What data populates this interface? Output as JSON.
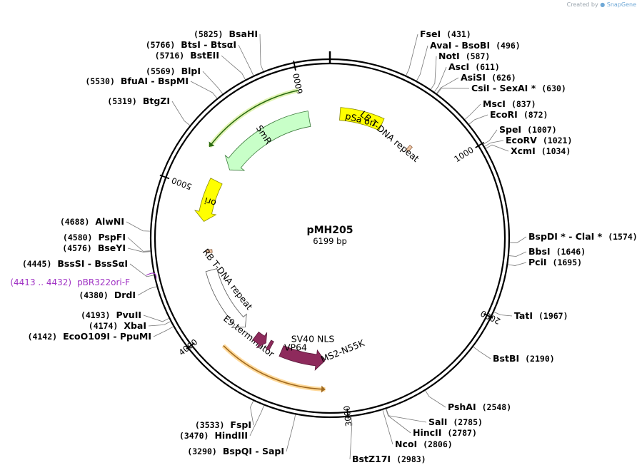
{
  "credit": {
    "prefix": "Created by",
    "brand": "SnapGene"
  },
  "plasmid": {
    "name": "pMH205",
    "size_label": "6199 bp",
    "length": 6199
  },
  "ticks": [
    {
      "label": "1000",
      "bp": 1000
    },
    {
      "label": "2000",
      "bp": 2000
    },
    {
      "label": "3000",
      "bp": 3000
    },
    {
      "label": "4000",
      "bp": 4000
    },
    {
      "label": "5000",
      "bp": 5000
    },
    {
      "label": "6000",
      "bp": 6000
    }
  ],
  "features": [
    {
      "name": "pSa ori",
      "start": 80,
      "end": 420,
      "color": "#ffff00",
      "stroke": "#8a8a00",
      "dir": 0,
      "ring": 0,
      "label_inside": true
    },
    {
      "name": "LB T-DNA repeat",
      "start": 700,
      "end": 725,
      "color": "#f0c8a8",
      "stroke": "#8a5a3a",
      "dir": 0,
      "ring": 0,
      "label_inside": false
    },
    {
      "name": "SmR",
      "start": 5240,
      "end": 6030,
      "color": "#c8ffc8",
      "stroke": "#3a7a3a",
      "dir": -1,
      "ring": 0,
      "label_inside": true
    },
    {
      "name": "ori",
      "start": 4780,
      "end": 5110,
      "color": "#ffff00",
      "stroke": "#8a8a00",
      "dir": -1,
      "ring": 0,
      "label_inside": true
    },
    {
      "name": "RB T-DNA repeat",
      "start": 4530,
      "end": 4555,
      "color": "#f0c8a8",
      "stroke": "#8a5a3a",
      "dir": 0,
      "ring": 0,
      "label_inside": false
    },
    {
      "name": "E9 terminator",
      "start": 3850,
      "end": 4390,
      "color": "#ffffff",
      "stroke": "#555555",
      "dir": -1,
      "ring": 0,
      "label_inside": false
    },
    {
      "name": "MS2-N55K",
      "start": 3140,
      "end": 3500,
      "color": "#8e2a5c",
      "stroke": "#5a1a3a",
      "dir": -1,
      "ring": 0,
      "label_inside": false
    },
    {
      "name": "SV40 NLS",
      "start": 3590,
      "end": 3615,
      "color": "#8e2a5c",
      "stroke": "#5a1a3a",
      "dir": 0,
      "ring": 0,
      "label_inside": false
    },
    {
      "name": "VP64",
      "start": 3640,
      "end": 3740,
      "color": "#8e2a5c",
      "stroke": "#5a1a3a",
      "dir": -1,
      "ring": 0,
      "label_inside": false
    }
  ],
  "highlight_arcs": [
    {
      "start": 5290,
      "end": 5990,
      "color": "#2a6a10",
      "glow": "#d8f0a0",
      "dir": -1
    },
    {
      "start": 3130,
      "end": 3870,
      "color": "#a06a20",
      "glow": "#ffd080",
      "dir": -1
    }
  ],
  "primers": [
    {
      "range_label": "(4413 .. 4432)",
      "name": "pBR322ori-F",
      "bp": 4422,
      "color": "#a033c4"
    }
  ],
  "sites": [
    {
      "pos_label": "(431)",
      "parts": [
        "FseI"
      ],
      "bp": 431,
      "side": "right"
    },
    {
      "pos_label": "(496)",
      "parts": [
        "AvaI",
        "BsoBI"
      ],
      "bp": 496,
      "side": "right"
    },
    {
      "pos_label": "(587)",
      "parts": [
        "NotI"
      ],
      "bp": 587,
      "side": "right"
    },
    {
      "pos_label": "(611)",
      "parts": [
        "AscI"
      ],
      "bp": 611,
      "side": "right"
    },
    {
      "pos_label": "(626)",
      "parts": [
        "AsiSI"
      ],
      "bp": 626,
      "side": "right"
    },
    {
      "pos_label": "(630)",
      "parts": [
        "CsiI",
        "SexAI *"
      ],
      "bp": 630,
      "side": "right"
    },
    {
      "pos_label": "(837)",
      "parts": [
        "MscI"
      ],
      "bp": 837,
      "side": "right"
    },
    {
      "pos_label": "(872)",
      "parts": [
        "EcoRI"
      ],
      "bp": 872,
      "side": "right"
    },
    {
      "pos_label": "(1007)",
      "parts": [
        "SpeI"
      ],
      "bp": 1007,
      "side": "right"
    },
    {
      "pos_label": "(1021)",
      "parts": [
        "EcoRV"
      ],
      "bp": 1021,
      "side": "right"
    },
    {
      "pos_label": "(1034)",
      "parts": [
        "XcmI"
      ],
      "bp": 1034,
      "side": "right"
    },
    {
      "pos_label": "(1574)",
      "parts": [
        "BspDI *",
        "ClaI *"
      ],
      "bp": 1574,
      "side": "right"
    },
    {
      "pos_label": "(1646)",
      "parts": [
        "BbsI"
      ],
      "bp": 1646,
      "side": "right"
    },
    {
      "pos_label": "(1695)",
      "parts": [
        "PciI"
      ],
      "bp": 1695,
      "side": "right"
    },
    {
      "pos_label": "(1967)",
      "parts": [
        "TatI"
      ],
      "bp": 1967,
      "side": "right"
    },
    {
      "pos_label": "(2190)",
      "parts": [
        "BstBI"
      ],
      "bp": 2190,
      "side": "right"
    },
    {
      "pos_label": "(2548)",
      "parts": [
        "PshAI"
      ],
      "bp": 2548,
      "side": "right"
    },
    {
      "pos_label": "(2785)",
      "parts": [
        "SalI"
      ],
      "bp": 2785,
      "side": "right"
    },
    {
      "pos_label": "(2787)",
      "parts": [
        "HincII"
      ],
      "bp": 2787,
      "side": "right"
    },
    {
      "pos_label": "(2806)",
      "parts": [
        "NcoI"
      ],
      "bp": 2806,
      "side": "right"
    },
    {
      "pos_label": "(2983)",
      "parts": [
        "BstZ17I"
      ],
      "bp": 2983,
      "side": "right"
    },
    {
      "pos_label": "(3290)",
      "parts": [
        "BspQI",
        "SapI"
      ],
      "bp": 3290,
      "side": "left"
    },
    {
      "pos_label": "(3470)",
      "parts": [
        "HindIII"
      ],
      "bp": 3470,
      "side": "left"
    },
    {
      "pos_label": "(3533)",
      "parts": [
        "FspI"
      ],
      "bp": 3533,
      "side": "left"
    },
    {
      "pos_label": "(4142)",
      "parts": [
        "EcoO109I",
        "PpuMI"
      ],
      "bp": 4142,
      "side": "left"
    },
    {
      "pos_label": "(4174)",
      "parts": [
        "XbaI"
      ],
      "bp": 4174,
      "side": "left"
    },
    {
      "pos_label": "(4193)",
      "parts": [
        "PvuII"
      ],
      "bp": 4193,
      "side": "left"
    },
    {
      "pos_label": "(4380)",
      "parts": [
        "DrdI"
      ],
      "bp": 4380,
      "side": "left"
    },
    {
      "pos_label": "(4445)",
      "parts": [
        "BssSI",
        "BssSαI"
      ],
      "bp": 4445,
      "side": "left"
    },
    {
      "pos_label": "(4576)",
      "parts": [
        "BseYI"
      ],
      "bp": 4576,
      "side": "left"
    },
    {
      "pos_label": "(4580)",
      "parts": [
        "PspFI"
      ],
      "bp": 4580,
      "side": "left"
    },
    {
      "pos_label": "(4688)",
      "parts": [
        "AlwNI"
      ],
      "bp": 4688,
      "side": "left"
    },
    {
      "pos_label": "(5319)",
      "parts": [
        "BtgZI"
      ],
      "bp": 5319,
      "side": "left"
    },
    {
      "pos_label": "(5530)",
      "parts": [
        "BfuAI",
        "BspMI"
      ],
      "bp": 5530,
      "side": "left"
    },
    {
      "pos_label": "(5569)",
      "parts": [
        "BlpI"
      ],
      "bp": 5569,
      "side": "left"
    },
    {
      "pos_label": "(5716)",
      "parts": [
        "BstEII"
      ],
      "bp": 5716,
      "side": "left"
    },
    {
      "pos_label": "(5766)",
      "parts": [
        "BtsI",
        "BtsαI"
      ],
      "bp": 5766,
      "side": "left"
    },
    {
      "pos_label": "(5825)",
      "parts": [
        "BsaHI"
      ],
      "bp": 5825,
      "side": "left"
    }
  ]
}
